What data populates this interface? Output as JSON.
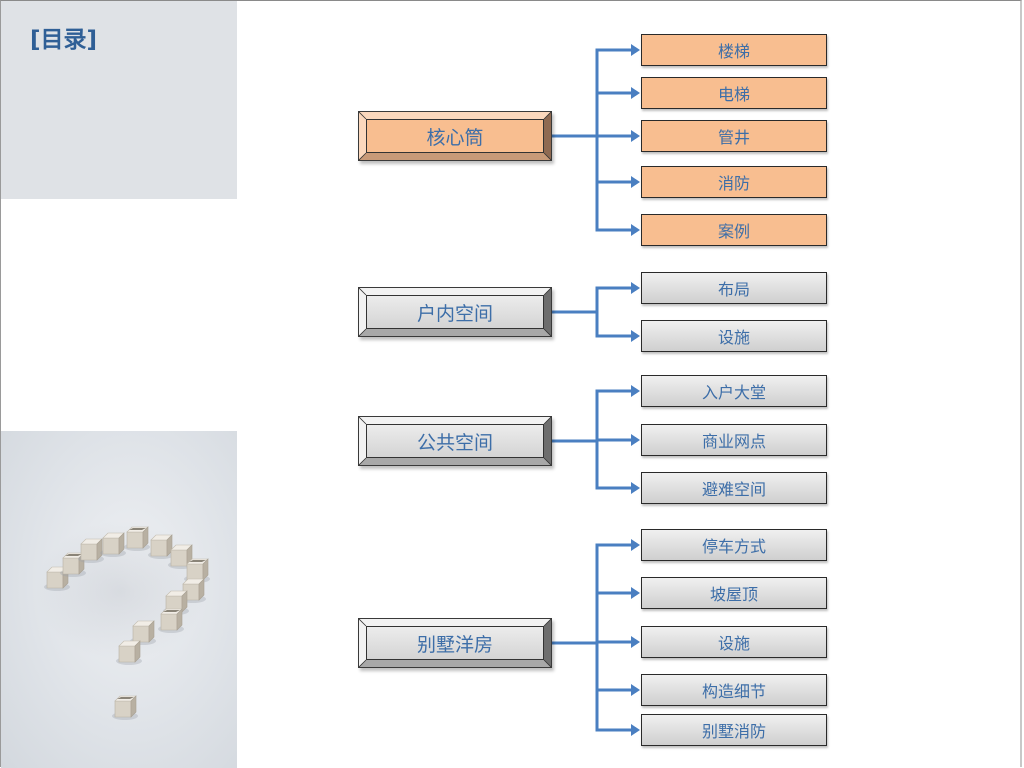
{
  "sidebar": {
    "title": "[目录]",
    "image": "question-mark-made-of-cardboard-boxes"
  },
  "colors": {
    "accent_text": "#3d6ea8",
    "connector": "#4a7fc1",
    "highlight_fill": "#f8be90",
    "normal_fill": "#d9d9d9"
  },
  "groups": [
    {
      "label": "核心筒",
      "highlighted": true,
      "items": [
        "楼梯",
        "电梯",
        "管井",
        "消防",
        "案例"
      ]
    },
    {
      "label": "户内空间",
      "highlighted": false,
      "items": [
        "布局",
        "设施"
      ]
    },
    {
      "label": "公共空间",
      "highlighted": false,
      "items": [
        "入户大堂",
        "商业网点",
        "避难空间"
      ]
    },
    {
      "label": "别墅洋房",
      "highlighted": false,
      "items": [
        "停车方式",
        "坡屋顶",
        "设施",
        "构造细节",
        "别墅消防"
      ]
    }
  ]
}
